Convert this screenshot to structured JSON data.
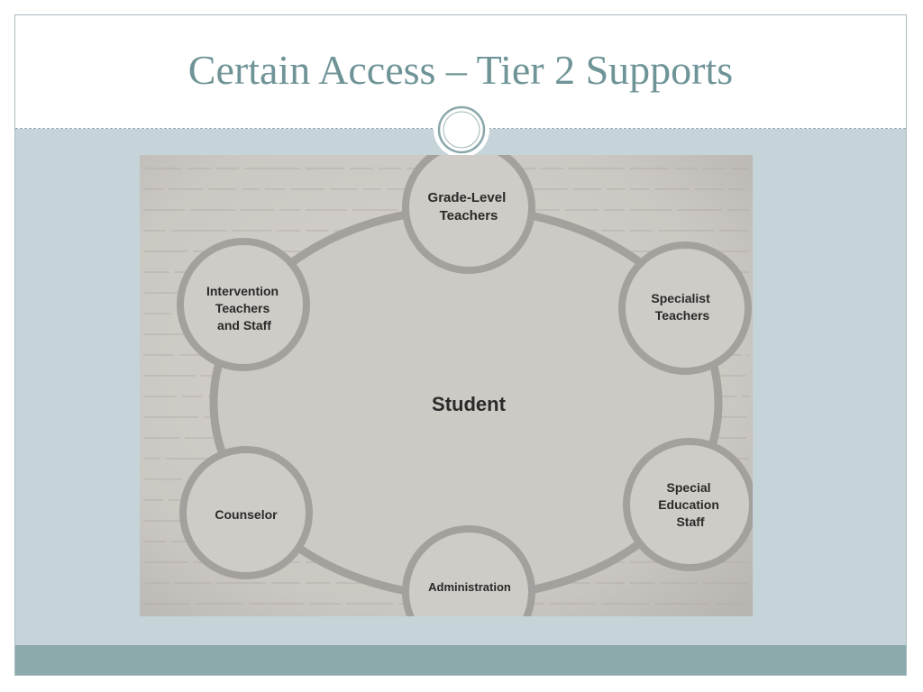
{
  "slide": {
    "title": "Certain Access – Tier 2 Supports"
  },
  "diagram": {
    "center": "Student",
    "nodes": [
      {
        "id": "grade-level-teachers",
        "lines": [
          "Grade-Level",
          "Teachers"
        ]
      },
      {
        "id": "specialist-teachers",
        "lines": [
          "Specialist",
          "Teachers"
        ]
      },
      {
        "id": "special-education-staff",
        "lines": [
          "Special",
          "Education",
          "Staff"
        ]
      },
      {
        "id": "administration",
        "lines": [
          "Administration"
        ]
      },
      {
        "id": "counselor",
        "lines": [
          "Counselor"
        ]
      },
      {
        "id": "intervention-teachers-and-staff",
        "lines": [
          "Intervention",
          "Teachers",
          "and Staff"
        ]
      }
    ]
  },
  "colors": {
    "title": "#6f9497",
    "body_background": "#c6d3d9",
    "footer_bar": "#8caaab",
    "photo_paper": "#cfcbc6",
    "ring": "#a3a09d"
  }
}
